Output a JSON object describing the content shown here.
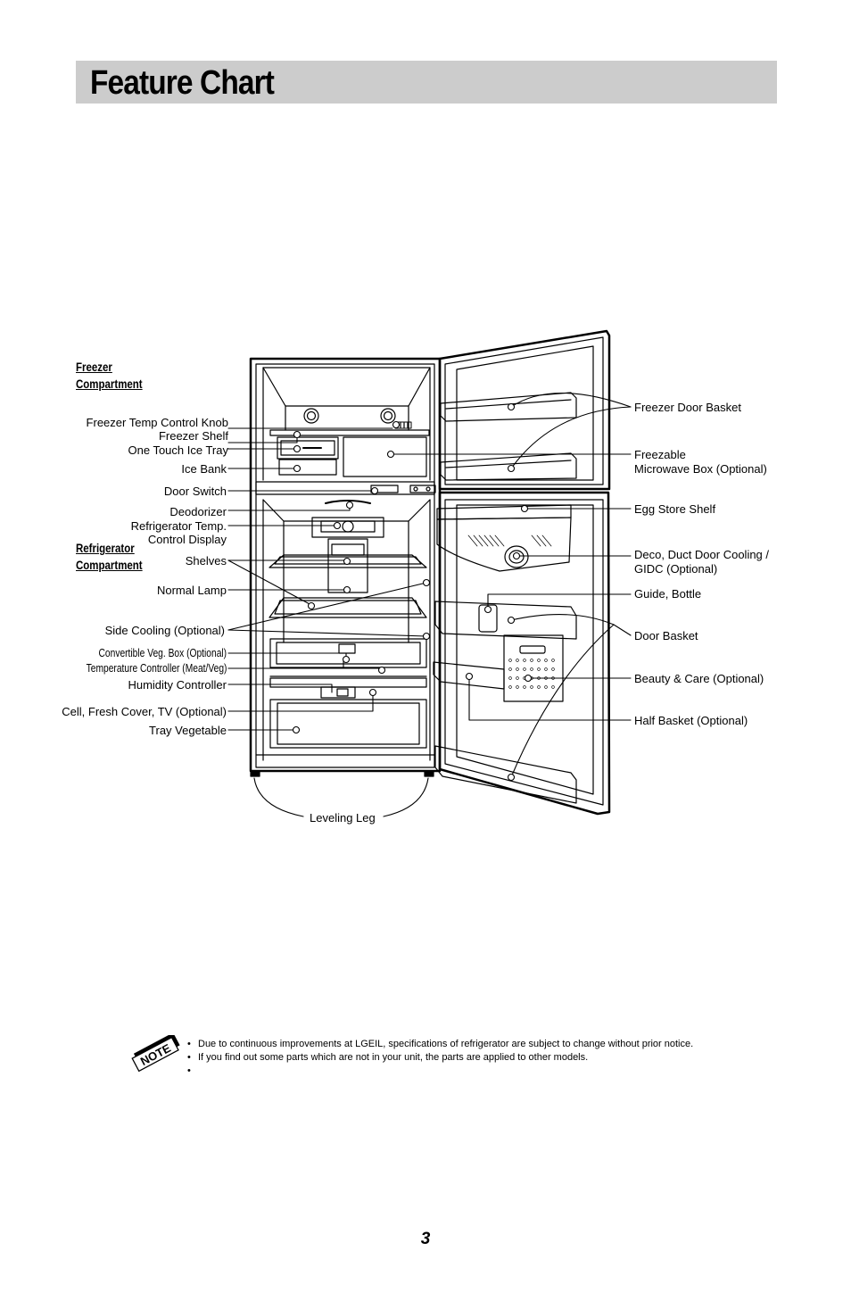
{
  "header": {
    "title": "Feature Chart"
  },
  "sections": {
    "freezer": "Freezer\nCompartment",
    "refrigerator": "Refrigerator\nCompartment"
  },
  "labels_left": {
    "freezer_temp_knob": "Freezer Temp Control Knob",
    "freezer_shelf": "Freezer Shelf",
    "one_touch_ice_tray": "One Touch Ice Tray",
    "ice_bank": "Ice Bank",
    "door_switch": "Door Switch",
    "deodorizer": "Deodorizer",
    "refrigerator_temp": "Refrigerator Temp.\nControl Display",
    "shelves": "Shelves",
    "normal_lamp": "Normal Lamp",
    "side_cooling": "Side Cooling (Optional)",
    "convertible_veg_box": "Convertible Veg. Box (Optional)",
    "temperature_controller": "Temperature Controller (Meat/Veg)",
    "humidity_controller": "Humidity Controller",
    "cell_fresh_cover": "Cell, Fresh Cover, TV  (Optional)",
    "tray_vegetable": "Tray Vegetable",
    "leveling_leg": "Leveling Leg"
  },
  "labels_right": {
    "freezer_door_basket": "Freezer Door Basket",
    "freezable_microwave_box": "Freezable\nMicrowave Box (Optional)",
    "egg_store_shelf": "Egg Store Shelf",
    "deco_duct_door_cooling": "Deco, Duct Door Cooling /\nGIDC (Optional)",
    "guide_bottle": "Guide, Bottle",
    "door_basket": "Door Basket",
    "beauty_care": "Beauty & Care (Optional)",
    "half_basket": "Half Basket (Optional)"
  },
  "note": {
    "icon_text": "NOTE",
    "items": [
      "Due to continuous improvements at LGEIL, specifications of refrigerator are subject to change without prior notice.",
      "If you find out some parts which are not in your unit, the parts are applied to other models.",
      ""
    ]
  },
  "page_number": "3"
}
